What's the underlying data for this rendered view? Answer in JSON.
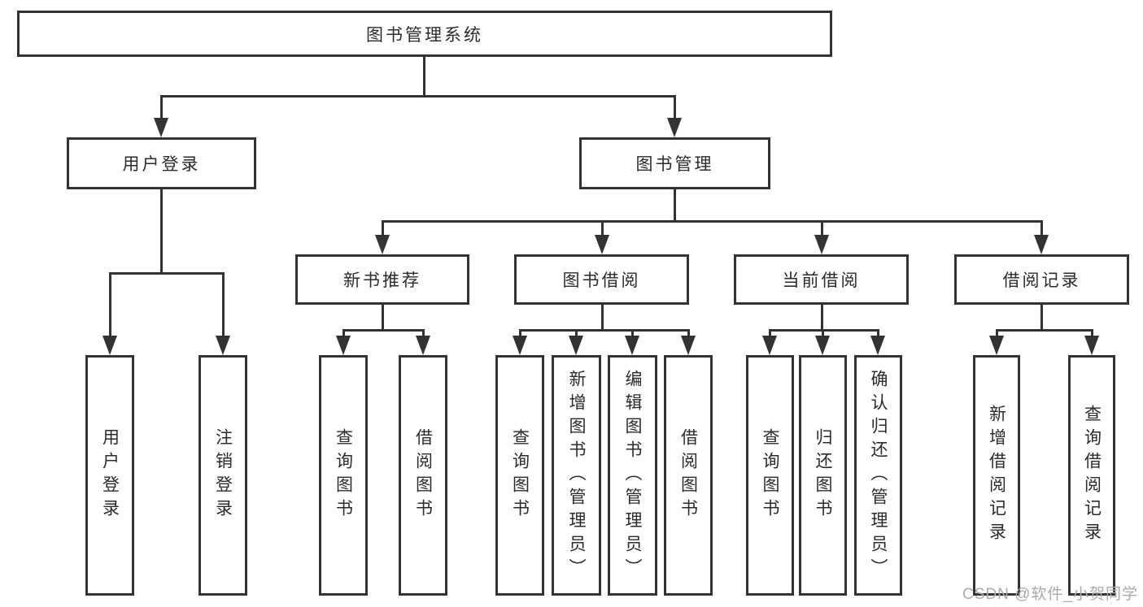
{
  "diagram_title": "图书管理系统",
  "nodes": {
    "root": {
      "label": "图书管理系统"
    },
    "level2": [
      {
        "label": "用户登录"
      },
      {
        "label": "图书管理"
      }
    ],
    "level3": [
      {
        "label": "新书推荐"
      },
      {
        "label": "图书借阅"
      },
      {
        "label": "当前借阅"
      },
      {
        "label": "借阅记录"
      }
    ],
    "leaves": [
      {
        "label": "用户登录"
      },
      {
        "label": "注销登录"
      },
      {
        "label": "查询图书"
      },
      {
        "label": "借阅图书"
      },
      {
        "label": "查询图书"
      },
      {
        "label": "新增图书（管理员）"
      },
      {
        "label": "编辑图书（管理员）"
      },
      {
        "label": "借阅图书"
      },
      {
        "label": "查询图书"
      },
      {
        "label": "归还图书"
      },
      {
        "label": "确认归还（管理员）"
      },
      {
        "label": "新增借阅记录"
      },
      {
        "label": "查询借阅记录"
      }
    ]
  },
  "hierarchy": {
    "图书管理系统": [
      "用户登录",
      "图书管理"
    ],
    "用户登录": [
      "用户登录",
      "注销登录"
    ],
    "图书管理": [
      "新书推荐",
      "图书借阅",
      "当前借阅",
      "借阅记录"
    ],
    "新书推荐": [
      "查询图书",
      "借阅图书"
    ],
    "图书借阅": [
      "查询图书",
      "新增图书（管理员）",
      "编辑图书（管理员）",
      "借阅图书"
    ],
    "当前借阅": [
      "查询图书",
      "归还图书",
      "确认归还（管理员）"
    ],
    "借阅记录": [
      "新增借阅记录",
      "查询借阅记录"
    ]
  },
  "watermark": "CSDN @软件_小贺同学",
  "colors": {
    "line": "#333333",
    "text": "#2b2b2b",
    "watermark": "#ababab",
    "background": "#ffffff"
  }
}
